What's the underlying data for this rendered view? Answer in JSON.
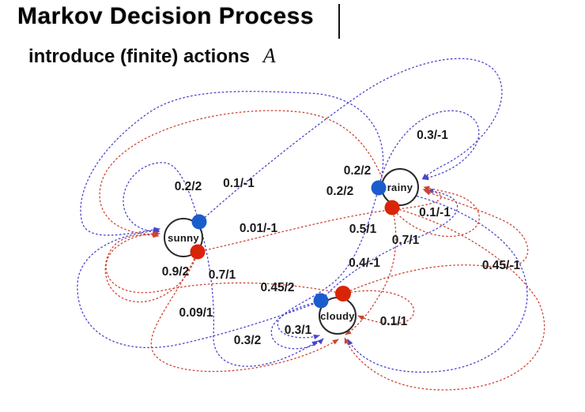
{
  "title": {
    "text": "Markov Decision Process"
  },
  "subtitle": {
    "text": "introduce (finite) actions",
    "math_symbol": "A"
  },
  "colors": {
    "action_blue": "#1b5ccc",
    "action_red": "#d92408",
    "edge_blue": "#4a44cc",
    "edge_red": "#cc4433",
    "node_stroke": "#2a2a2a",
    "label_text": "#1b1b1b"
  },
  "states": [
    {
      "name": "sunny"
    },
    {
      "name": "rainy"
    },
    {
      "name": "cloudy"
    }
  ],
  "edge_labels": [
    {
      "text": "0.2/2"
    },
    {
      "text": "0.1/-1"
    },
    {
      "text": "0.01/-1"
    },
    {
      "text": "0.9/2"
    },
    {
      "text": "0.7/1"
    },
    {
      "text": "0.2/2"
    },
    {
      "text": "0.2/2"
    },
    {
      "text": "0.3/-1"
    },
    {
      "text": "0.1/-1"
    },
    {
      "text": "0.5/1"
    },
    {
      "text": "0.7/1"
    },
    {
      "text": "0.4/-1"
    },
    {
      "text": "0.45/-1"
    },
    {
      "text": "0.45/2"
    },
    {
      "text": "0.09/1"
    },
    {
      "text": "0.3/2"
    },
    {
      "text": "0.3/1"
    },
    {
      "text": "0.1/1"
    }
  ]
}
